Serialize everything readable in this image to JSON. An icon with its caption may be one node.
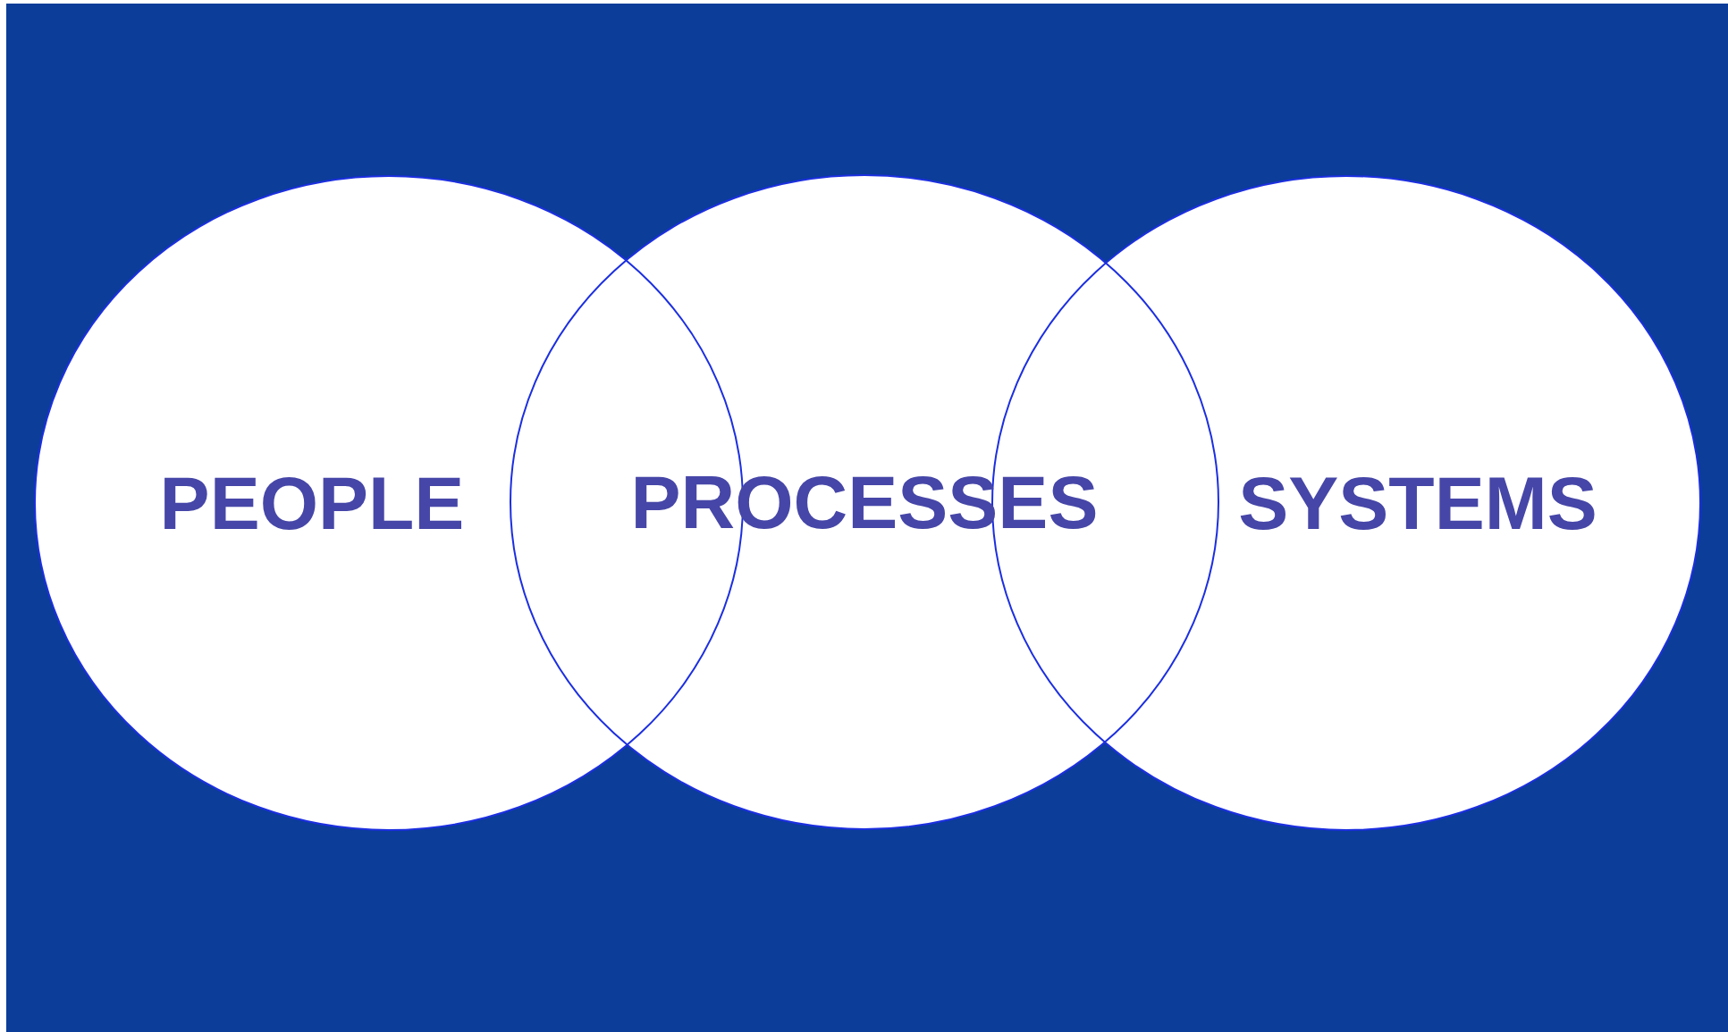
{
  "diagram": {
    "nodes": [
      {
        "text": [
          "PEOPLE"
        ]
      },
      {
        "text": [
          "PROCESSES"
        ]
      },
      {
        "text": [
          "SYSTEMS"
        ]
      }
    ]
  }
}
